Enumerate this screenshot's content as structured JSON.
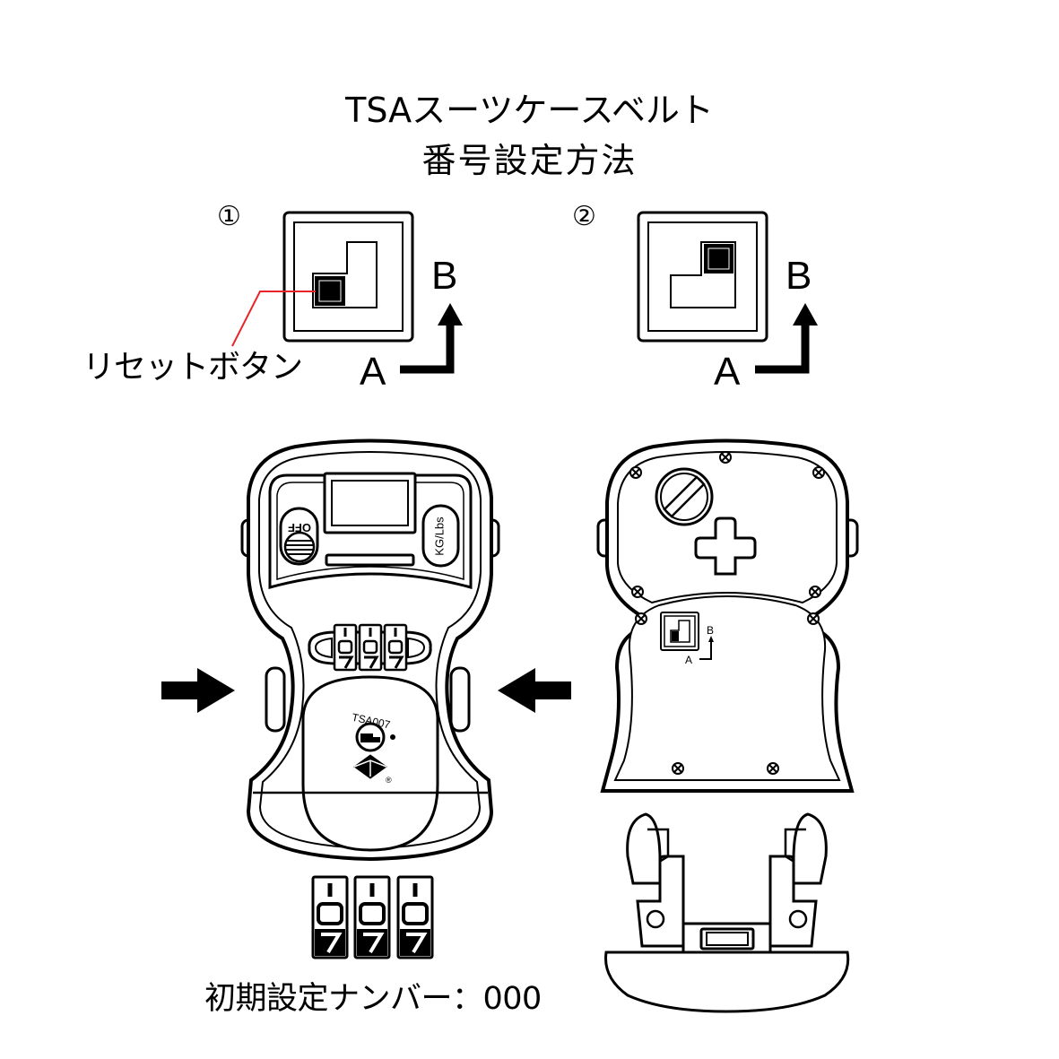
{
  "title": {
    "line1": "TSAスーツケースベルト",
    "line2": "番号設定方法"
  },
  "steps": [
    {
      "number": "①",
      "axis_b": "B",
      "axis_a": "A"
    },
    {
      "number": "②",
      "axis_b": "B",
      "axis_a": "A"
    }
  ],
  "callout": {
    "reset_button": "リセットボタン"
  },
  "front_device": {
    "switch_label": "OFF",
    "unit_label": "KG/Lbs",
    "lock_mark": "TSA007",
    "registered_mark": "®"
  },
  "back_device": {
    "mini_axis_b": "B",
    "mini_axis_a": "A"
  },
  "initial": {
    "label": "初期設定ナンバー：000",
    "digits": [
      "0",
      "0",
      "0"
    ]
  },
  "colors": {
    "line": "#000000",
    "callout": "#e8242b",
    "background": "#ffffff"
  }
}
